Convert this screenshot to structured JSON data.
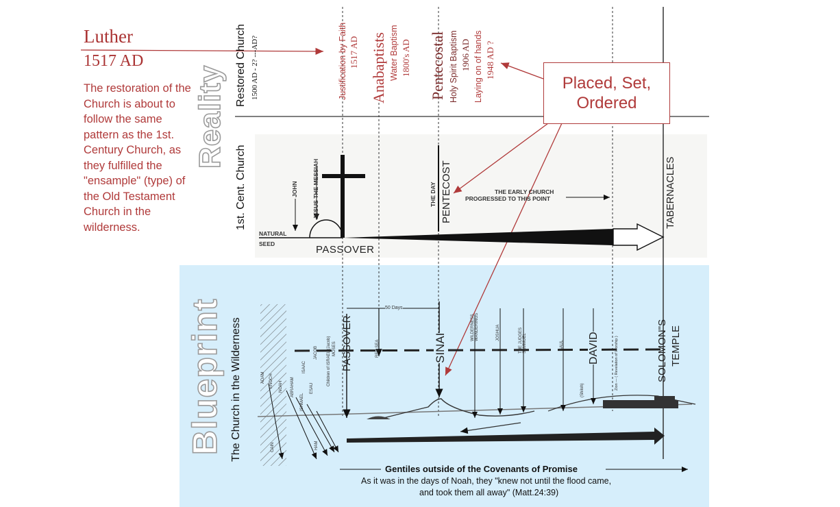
{
  "luther": {
    "name": "Luther",
    "year": "1517 AD",
    "note": "The restoration of the Church is about to follow the same pattern as the 1st. Century Church, as they fulfilled the \"ensample\" (type) of the Old Testament Church in the wilderness."
  },
  "side_labels": {
    "reality": "Reality",
    "blueprint": "Blueprint",
    "restored_church": "Restored Church",
    "restored_church_dates": "1500 AD - 2? ---AD?",
    "first_century_church": "1st. Cent. Church",
    "church_in_wilderness": "The Church in the Wilderness"
  },
  "restored_columns": [
    {
      "title": "Justification by Faith",
      "sub": "1517 AD"
    },
    {
      "title": "Anabaptists",
      "sub1": "Water Baptism",
      "sub2": "1800's AD"
    },
    {
      "title": "Pentecostal",
      "sub1": "Holy Spirit Baptism",
      "sub2": "1906 AD",
      "sub3": "Laying on of hands",
      "sub4": "1948 AD ?"
    }
  ],
  "callout": {
    "line1": "Placed, Set,",
    "line2": "Ordered"
  },
  "first_century": {
    "natural": "NATURAL",
    "seed": "SEED",
    "john": "JOHN",
    "jesus": "JESUS THE MESSIAH",
    "passover": "PASSOVER",
    "the_day": "THE DAY",
    "pentecost": "PENTECOST",
    "early_church_1": "THE EARLY CHURCH",
    "early_church_2": "PROGRESSED TO THIS POINT",
    "tabernacles": "TABERNACLES"
  },
  "wilderness": {
    "fifty_days": "50 Days",
    "passover": "PASSOVER",
    "red_sea": "RED SEA",
    "sinai": "SINAI",
    "wanderings": "WILDERNESS WANDERINGS",
    "joshua": "JOSHUA",
    "judges": "THE JUDGES SAMMUEL",
    "saul": "SAUL",
    "david": "DAVID",
    "worship": "Zion — ( Revelation of Worship )",
    "shiloh": "(Shiloh)",
    "solomons": "SOLOMON\"S",
    "temple": "TEMPLE",
    "patriarchs": [
      "CAIN",
      "ADAM",
      "ENOCH",
      "NOAH",
      "HAM",
      "ABRAHAM",
      "ISHMAEL",
      "ISAAC",
      "ESAU",
      "JACOB",
      "Children of ISRAEL (Jacob)",
      "MOSES"
    ]
  },
  "gentiles": {
    "title": "Gentiles outside of the Covenants of Promise",
    "quote1": "As it was in the days of Noah, they \"knew not until the flood came,",
    "quote2": "and took them all away\" (Matt.24:39)"
  },
  "colors": {
    "red": "#b03a3a",
    "blue_panel": "#d6eefb",
    "outline_gray": "#9a9a9a"
  }
}
